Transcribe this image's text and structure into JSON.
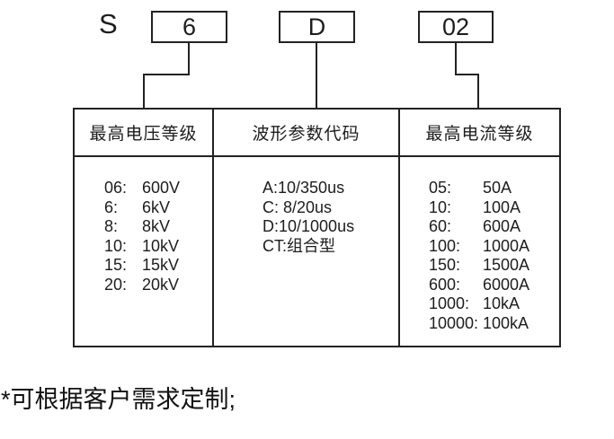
{
  "model_code": {
    "prefix": "S",
    "segments": [
      "6",
      "D",
      "02"
    ]
  },
  "columns": [
    {
      "header": "最高电压等级",
      "entries": [
        {
          "code": "06:",
          "value": "600V"
        },
        {
          "code": "6:",
          "value": "6kV"
        },
        {
          "code": "8:",
          "value": "8kV"
        },
        {
          "code": "10:",
          "value": "10kV"
        },
        {
          "code": "15:",
          "value": "15kV"
        },
        {
          "code": "20:",
          "value": "20kV"
        }
      ]
    },
    {
      "header": "波形参数代码",
      "entries": [
        {
          "code": "A:",
          "value": "10/350us"
        },
        {
          "code": "C:",
          "value": " 8/20us"
        },
        {
          "code": "D:",
          "value": "10/1000us"
        },
        {
          "code": "CT:",
          "value": "组合型"
        }
      ]
    },
    {
      "header": "最高电流等级",
      "entries": [
        {
          "code": "05:",
          "value": "50A"
        },
        {
          "code": "10:",
          "value": "100A"
        },
        {
          "code": "60:",
          "value": "600A"
        },
        {
          "code": "100:",
          "value": "1000A"
        },
        {
          "code": "150:",
          "value": "1500A"
        },
        {
          "code": "600:",
          "value": "6000A"
        },
        {
          "code": "1000:",
          "value": "10kA"
        },
        {
          "code": "10000:",
          "value": "100kA"
        }
      ]
    }
  ],
  "footnote": "*可根据客户需求定制;"
}
